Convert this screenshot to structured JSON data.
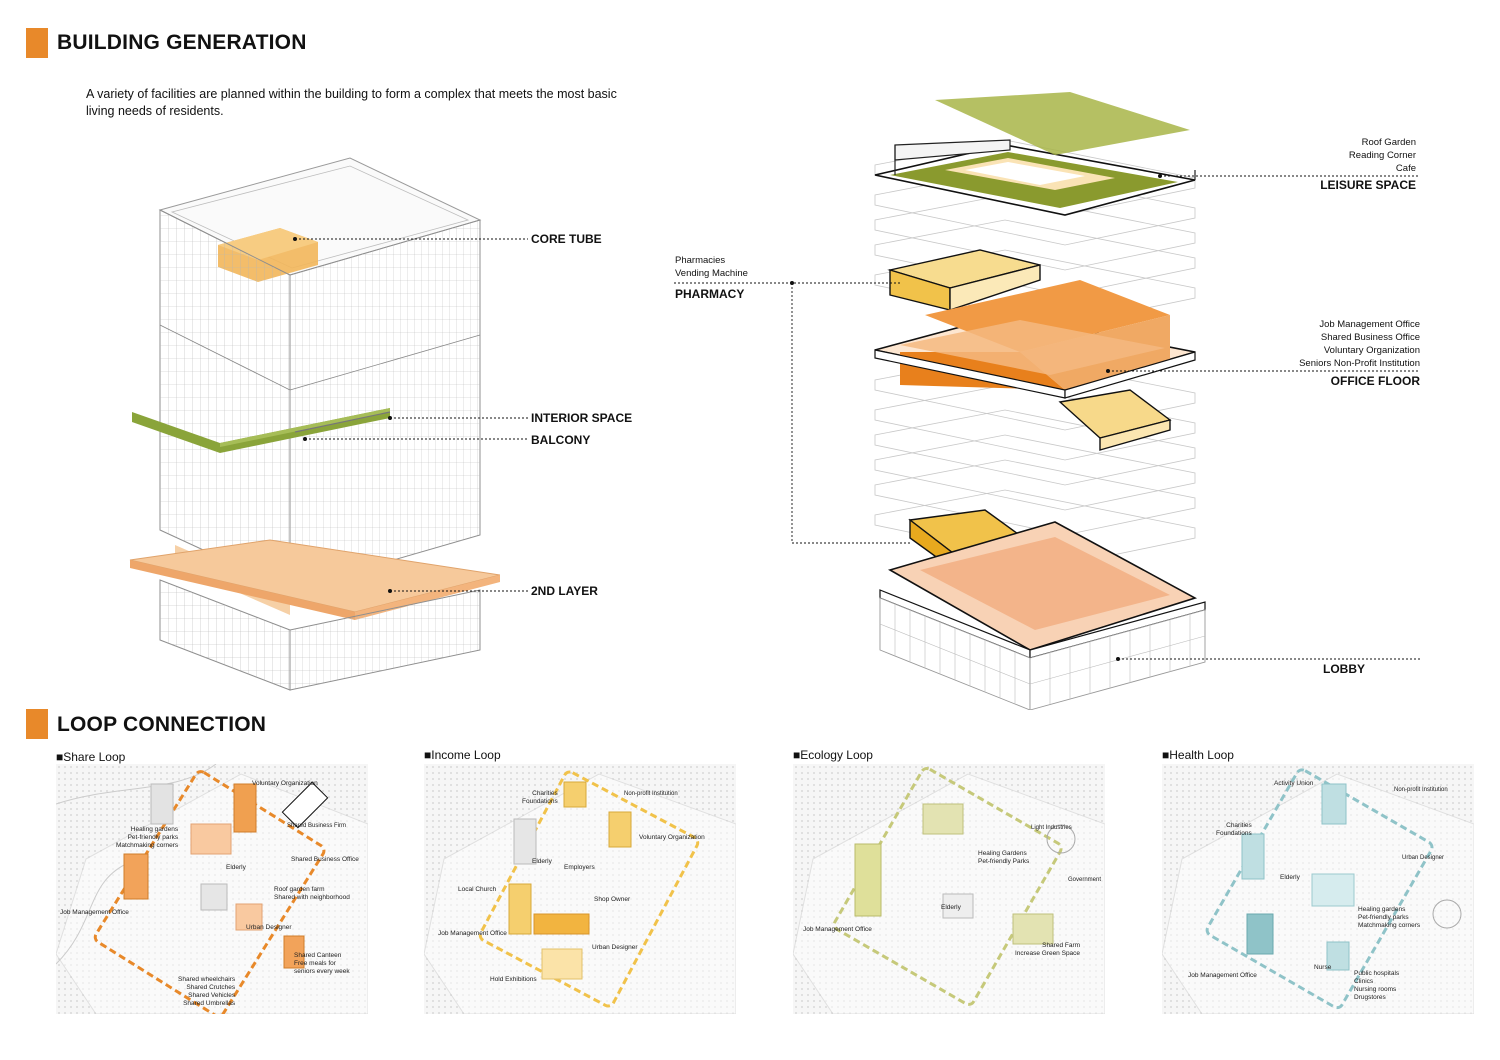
{
  "sections": {
    "building": {
      "title": "BUILDING GENERATION"
    },
    "loop": {
      "title": "LOOP CONNECTION"
    }
  },
  "intro": "A variety of facilities are planned within the building to form a complex that meets the most basic living needs of residents.",
  "colors": {
    "accent_orange": "#e8892a",
    "core_orange": "#f2b65a",
    "balcony_green": "#8aa43a",
    "leisure_green": "#8a9a2e",
    "office_orange": "#e8801c",
    "pharmacy_yellow": "#f1c24a",
    "lobby_peach": "#f3b48a",
    "ecology_green": "#c6c97a",
    "health_teal": "#8fc3c8"
  },
  "left_callouts": {
    "core_tube": "CORE TUBE",
    "interior_space": "INTERIOR SPACE",
    "balcony": "BALCONY",
    "second_layer": "2ND LAYER"
  },
  "right_callouts": {
    "leisure": {
      "title": "LEISURE SPACE",
      "items": [
        "Roof Garden",
        "Reading Corner",
        "Cafe"
      ]
    },
    "pharmacy": {
      "title": "PHARMACY",
      "items": [
        "Pharmacies",
        "Vending Machine"
      ]
    },
    "office": {
      "title": "OFFICE FLOOR",
      "items": [
        "Job Management Office",
        "Shared Business Office",
        "Voluntary Organization",
        "Seniors Non-Profit Institution"
      ]
    },
    "lobby": {
      "title": "LOBBY"
    }
  },
  "loops": [
    {
      "title": "■Share Loop",
      "labels": {
        "voluntary": "Voluntary Organization",
        "shared_biz_box": "Shared Business Firm",
        "healing": "Healing gardens\nPet-friendly parks\nMatchmaking corners",
        "shared_office": "Shared Business Office",
        "elderly": "Elderly",
        "roof_farm": "Roof garden farm\nShared with neighborhood",
        "job": "Job Management Office",
        "urban": "Urban Designer",
        "canteen": "Shared Canteen\nFree meals for\nseniors every week",
        "aids": "Shared wheelchairs\nShared Crutches\nShared Vehicles\nShared Umbrellas"
      }
    },
    {
      "title": "■Income Loop",
      "labels": {
        "charities": "Charities\nFoundations",
        "nonprofit": "Non-profit Institution",
        "voluntary": "Voluntary Organization",
        "elderly": "Elderly",
        "employers": "Employers",
        "local_church": "Local Church",
        "shop": "Shop Owner",
        "job": "Job Management Office",
        "urban": "Urban Designer",
        "exhibit": "Hold Exhibitions"
      }
    },
    {
      "title": "■Ecology Loop",
      "labels": {
        "industries": "Light Industries",
        "healing": "Healing Gardens\nPet-friendly Parks",
        "government": "Government",
        "elderly": "Elderly",
        "job": "Job Management Office",
        "farm": "Shared Farm\nIncrease Green Space"
      }
    },
    {
      "title": "■Health Loop",
      "labels": {
        "activity": "Activity Union",
        "nonprofit": "Non-profit Institution",
        "charities": "Charities\nFoundations",
        "urban": "Urban Designer",
        "elderly": "Elderly",
        "healing": "Healing gardens\nPet-friendly parks\nMatchmaking corners",
        "job": "Job Management Office",
        "hospital": "Public hospitals\nClinics\nNursing rooms\nDrugstores",
        "nurse": "Nurse"
      }
    }
  ]
}
